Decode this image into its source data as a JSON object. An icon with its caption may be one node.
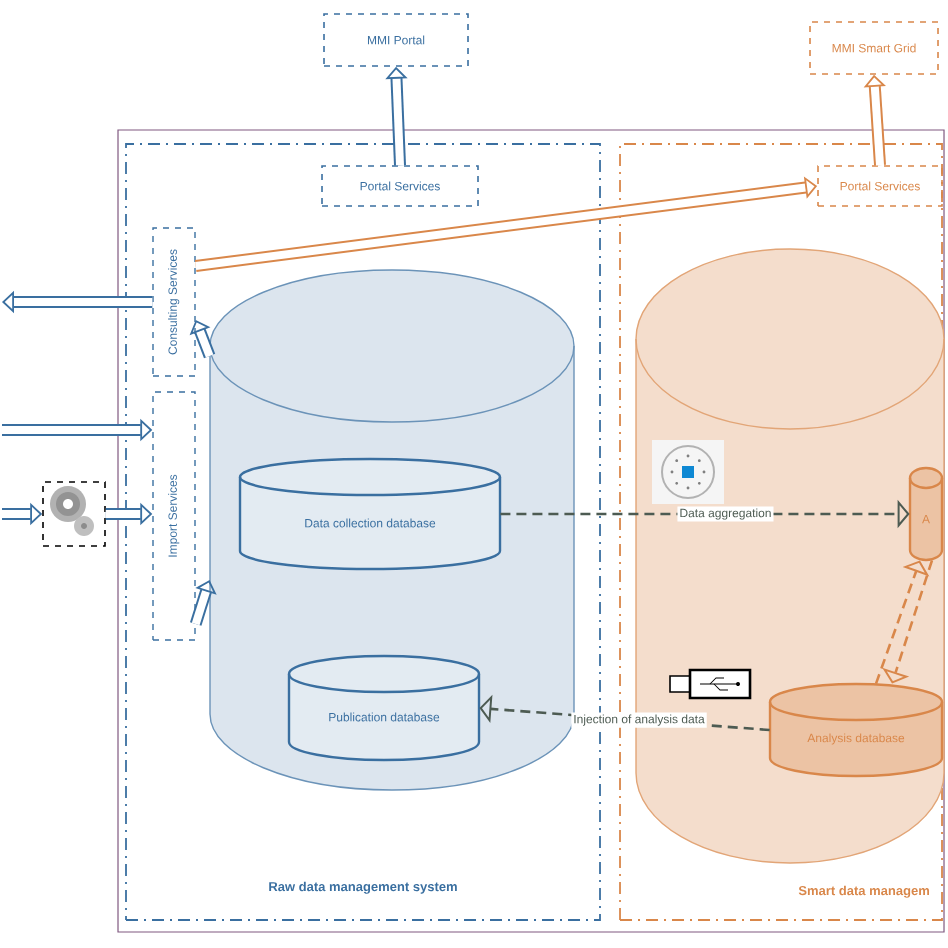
{
  "diagram": {
    "nodes": [
      {
        "text": [
          "MMI Portal"
        ]
      },
      {
        "text": [
          "MMI Smart Grid"
        ]
      },
      {
        "text": [
          "Raw data management system"
        ]
      },
      {
        "text": [
          "Smart data managem"
        ]
      },
      {
        "text": [
          "Portal Services"
        ],
        "in": 2
      },
      {
        "text": [
          "Portal Services"
        ],
        "in": 3
      },
      {
        "text": [
          "Consulting Services"
        ],
        "in": 2
      },
      {
        "text": [
          "Import Services"
        ],
        "in": 2
      },
      {
        "text": [],
        "shape": "cylinder",
        "in": 2
      },
      {
        "text": [
          "Data collection database"
        ],
        "in": 8
      },
      {
        "text": [
          "Publication database"
        ],
        "in": 8
      },
      {
        "text": [],
        "shape": "cylinder",
        "in": 3
      },
      {
        "text": [
          "A"
        ],
        "in": 11
      },
      {
        "text": [
          "Analysis database"
        ],
        "in": 11
      },
      {
        "text": [],
        "shape": "picture"
      }
    ],
    "edges": [
      {
        "from": 4,
        "to": 0,
        "arrow": "to"
      },
      {
        "from": 5,
        "to": 1,
        "arrow": "to",
        "color": "#d9874a"
      },
      {
        "from": 6,
        "to": 5,
        "arrow": "to",
        "color": "#d9874a"
      },
      {
        "from": 6,
        "to": null,
        "arrow": "to"
      },
      {
        "from": null,
        "to": 7,
        "arrow": "to"
      },
      {
        "from": null,
        "to": 14,
        "arrow": "to"
      },
      {
        "from": 14,
        "to": 7,
        "arrow": "to"
      },
      {
        "from": 8,
        "to": 6,
        "arrow": "to"
      },
      {
        "from": 7,
        "to": 8,
        "arrow": "to"
      },
      {
        "from": 9,
        "to": 12,
        "arrow": "to",
        "label": "Data aggregation",
        "style": "dashed",
        "color": "#4d5b52"
      },
      {
        "from": 13,
        "to": 10,
        "arrow": "to",
        "label": "Injection of analysis data",
        "style": "dashed",
        "color": "#4d5b52"
      },
      {
        "from": 13,
        "to": 12,
        "arrow": "to",
        "style": "dashed",
        "color": "#d9874a"
      },
      {
        "from": 12,
        "to": 13,
        "arrow": "to",
        "style": "dashed",
        "color": "#d9874a"
      }
    ]
  }
}
